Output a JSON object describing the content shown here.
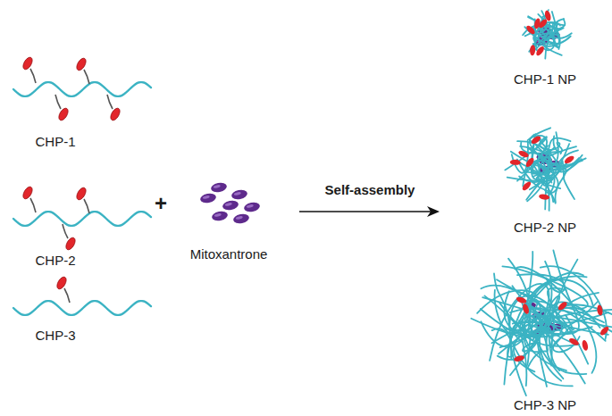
{
  "diagram": {
    "labels": [
      "CHP-1",
      "CHP-2",
      "CHP-3",
      "+",
      "Mitoxantrone",
      "Self-assembly",
      "CHP-1 NP",
      "CHP-2 NP",
      "CHP-3 NP"
    ]
  }
}
